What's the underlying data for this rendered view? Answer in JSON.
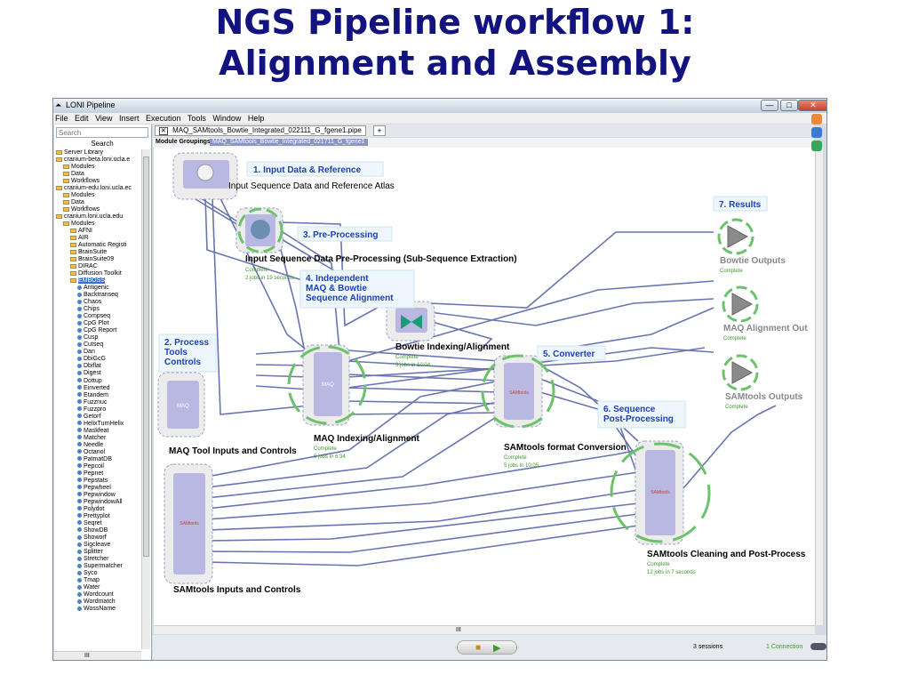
{
  "slide": {
    "title_line1": "NGS Pipeline workflow 1:",
    "title_line2": "Alignment and Assembly"
  },
  "window": {
    "title": "LONI Pipeline",
    "min_glyph": "—",
    "max_glyph": "□",
    "close_glyph": "✕"
  },
  "menubar": [
    "File",
    "Edit",
    "View",
    "Insert",
    "Execution",
    "Tools",
    "Window",
    "Help"
  ],
  "search": {
    "placeholder": "Search",
    "button": "Search"
  },
  "tree": [
    {
      "label": "Server Library",
      "depth": 0,
      "kind": "folder"
    },
    {
      "label": "cranium-beta.loni.ucla.e",
      "depth": 0,
      "kind": "folder"
    },
    {
      "label": "Modules",
      "depth": 1,
      "kind": "folder"
    },
    {
      "label": "Data",
      "depth": 1,
      "kind": "folder"
    },
    {
      "label": "Workflows",
      "depth": 1,
      "kind": "folder"
    },
    {
      "label": "cranium-edu.loni.ucla.ec",
      "depth": 0,
      "kind": "folder"
    },
    {
      "label": "Modules",
      "depth": 1,
      "kind": "folder"
    },
    {
      "label": "Data",
      "depth": 1,
      "kind": "folder"
    },
    {
      "label": "Workflows",
      "depth": 1,
      "kind": "folder"
    },
    {
      "label": "cranium.loni.ucla.edu",
      "depth": 0,
      "kind": "folder"
    },
    {
      "label": "Modules",
      "depth": 1,
      "kind": "folder"
    },
    {
      "label": "AFNI",
      "depth": 2,
      "kind": "folder"
    },
    {
      "label": "AIR",
      "depth": 2,
      "kind": "folder"
    },
    {
      "label": "Automatic Registi",
      "depth": 2,
      "kind": "folder"
    },
    {
      "label": "BrainSuite",
      "depth": 2,
      "kind": "folder"
    },
    {
      "label": "BrainSuite09",
      "depth": 2,
      "kind": "folder"
    },
    {
      "label": "DIRAC",
      "depth": 2,
      "kind": "folder"
    },
    {
      "label": "Diffusion Toolkit",
      "depth": 2,
      "kind": "folder"
    },
    {
      "label": "EMBOSS",
      "depth": 2,
      "kind": "folder",
      "selected": true
    },
    {
      "label": "Antigenic",
      "depth": 3,
      "kind": "module"
    },
    {
      "label": "Backtranseq",
      "depth": 3,
      "kind": "module"
    },
    {
      "label": "Chaos",
      "depth": 3,
      "kind": "module"
    },
    {
      "label": "Chips",
      "depth": 3,
      "kind": "module"
    },
    {
      "label": "Compseq",
      "depth": 3,
      "kind": "module"
    },
    {
      "label": "CpG Plot",
      "depth": 3,
      "kind": "module"
    },
    {
      "label": "CpG Report",
      "depth": 3,
      "kind": "module"
    },
    {
      "label": "Cusp",
      "depth": 3,
      "kind": "module"
    },
    {
      "label": "Cutseq",
      "depth": 3,
      "kind": "module"
    },
    {
      "label": "Dan",
      "depth": 3,
      "kind": "module"
    },
    {
      "label": "DbiGcG",
      "depth": 3,
      "kind": "module"
    },
    {
      "label": "Dbiflat",
      "depth": 3,
      "kind": "module"
    },
    {
      "label": "Digest",
      "depth": 3,
      "kind": "module"
    },
    {
      "label": "Dottup",
      "depth": 3,
      "kind": "module"
    },
    {
      "label": "Einverted",
      "depth": 3,
      "kind": "module"
    },
    {
      "label": "Etandem",
      "depth": 3,
      "kind": "module"
    },
    {
      "label": "Fuzznuc",
      "depth": 3,
      "kind": "module"
    },
    {
      "label": "Fuzzpro",
      "depth": 3,
      "kind": "module"
    },
    {
      "label": "Getorf",
      "depth": 3,
      "kind": "module"
    },
    {
      "label": "HelixTurnHelix",
      "depth": 3,
      "kind": "module"
    },
    {
      "label": "Maskfeat",
      "depth": 3,
      "kind": "module"
    },
    {
      "label": "Matcher",
      "depth": 3,
      "kind": "module"
    },
    {
      "label": "Needle",
      "depth": 3,
      "kind": "module"
    },
    {
      "label": "Octanol",
      "depth": 3,
      "kind": "module"
    },
    {
      "label": "PatmatDB",
      "depth": 3,
      "kind": "module"
    },
    {
      "label": "Pepcoil",
      "depth": 3,
      "kind": "module"
    },
    {
      "label": "Pepnet",
      "depth": 3,
      "kind": "module"
    },
    {
      "label": "Pepstats",
      "depth": 3,
      "kind": "module"
    },
    {
      "label": "Pepwheel",
      "depth": 3,
      "kind": "module"
    },
    {
      "label": "Pepwindow",
      "depth": 3,
      "kind": "module"
    },
    {
      "label": "PepwindowAll",
      "depth": 3,
      "kind": "module"
    },
    {
      "label": "Polydot",
      "depth": 3,
      "kind": "module"
    },
    {
      "label": "Prettyplot",
      "depth": 3,
      "kind": "module"
    },
    {
      "label": "Seqret",
      "depth": 3,
      "kind": "module"
    },
    {
      "label": "ShowDB",
      "depth": 3,
      "kind": "module"
    },
    {
      "label": "Showorf",
      "depth": 3,
      "kind": "module"
    },
    {
      "label": "Sigcleave",
      "depth": 3,
      "kind": "module"
    },
    {
      "label": "Splitter",
      "depth": 3,
      "kind": "module"
    },
    {
      "label": "Stretcher",
      "depth": 3,
      "kind": "module"
    },
    {
      "label": "Supermatcher",
      "depth": 3,
      "kind": "module"
    },
    {
      "label": "Syco",
      "depth": 3,
      "kind": "module"
    },
    {
      "label": "Tmap",
      "depth": 3,
      "kind": "module"
    },
    {
      "label": "Water",
      "depth": 3,
      "kind": "module"
    },
    {
      "label": "Wordcount",
      "depth": 3,
      "kind": "module"
    },
    {
      "label": "Wordmatch",
      "depth": 3,
      "kind": "module"
    },
    {
      "label": "WossName",
      "depth": 3,
      "kind": "module"
    }
  ],
  "tab": {
    "close_glyph": "✕",
    "label": "MAQ_SAMtools_Bowtie_Integrated_022111_G_fgene1.pipe",
    "add_glyph": "+"
  },
  "groupings": {
    "label": "Module Groupings:",
    "chip": "MAQ_SAMtools_Bowtie_Integrated_021711_G_fgene1"
  },
  "nodes": {
    "input": {
      "title": "Input Sequence Data and Reference Atlas"
    },
    "pre": {
      "title": "Input Sequence Data Pre-Processing (Sub-Sequence Extraction)",
      "status": "Complete",
      "jobs": "2 jobs in 19 seconds"
    },
    "bowtie": {
      "title": "Bowtie Indexing/Alignment",
      "status": "Complete",
      "jobs": "3 jobs in 10:04"
    },
    "maqctl": {
      "title": "MAQ Tool Inputs and Controls",
      "icon_text": "MAQ"
    },
    "maq": {
      "title": "MAQ Indexing/Alignment",
      "status": "Complete",
      "jobs": "6 jobs in 6:34",
      "icon_text": "MAQ"
    },
    "samconv": {
      "title": "SAMtools format Conversion",
      "status": "Complete",
      "jobs": "5 jobs in 10:05",
      "icon_text": "SAMtools"
    },
    "samctl": {
      "title": "SAMtools Inputs and Controls",
      "icon_text": "SAMtools"
    },
    "samclean": {
      "title": "SAMtools Cleaning and Post-Process",
      "status": "Complete",
      "jobs": "12 jobs in 7 seconds",
      "icon_text": "SAMtools"
    },
    "bowtieout": {
      "title": "Bowtie Outputs",
      "status": "Complete"
    },
    "maqout": {
      "title": "MAQ Alignment Out",
      "status": "Complete"
    },
    "samout": {
      "title": "SAMtools Outputs",
      "status": "Complete"
    }
  },
  "annotations": {
    "a1": "1. Input Data & Reference",
    "a2_1": "2. Process",
    "a2_2": "Tools",
    "a2_3": "Controls",
    "a3": "3. Pre-Processing",
    "a4_1": "4. Independent",
    "a4_2": "MAQ & Bowtie",
    "a4_3": "Sequence Alignment",
    "a5": "5. Converter",
    "a6_1": "6. Sequence",
    "a6_2": "Post-Processing",
    "a7": "7. Results"
  },
  "status": {
    "sessions": "3 sessions",
    "connection": "1 Connection",
    "scroll_grip": "III"
  },
  "colors": {
    "title": "#13137f",
    "annotation": "#1c3fb8",
    "complete": "#3a9a2a",
    "link": "#6a74b0",
    "node": "#b8b8e2"
  }
}
